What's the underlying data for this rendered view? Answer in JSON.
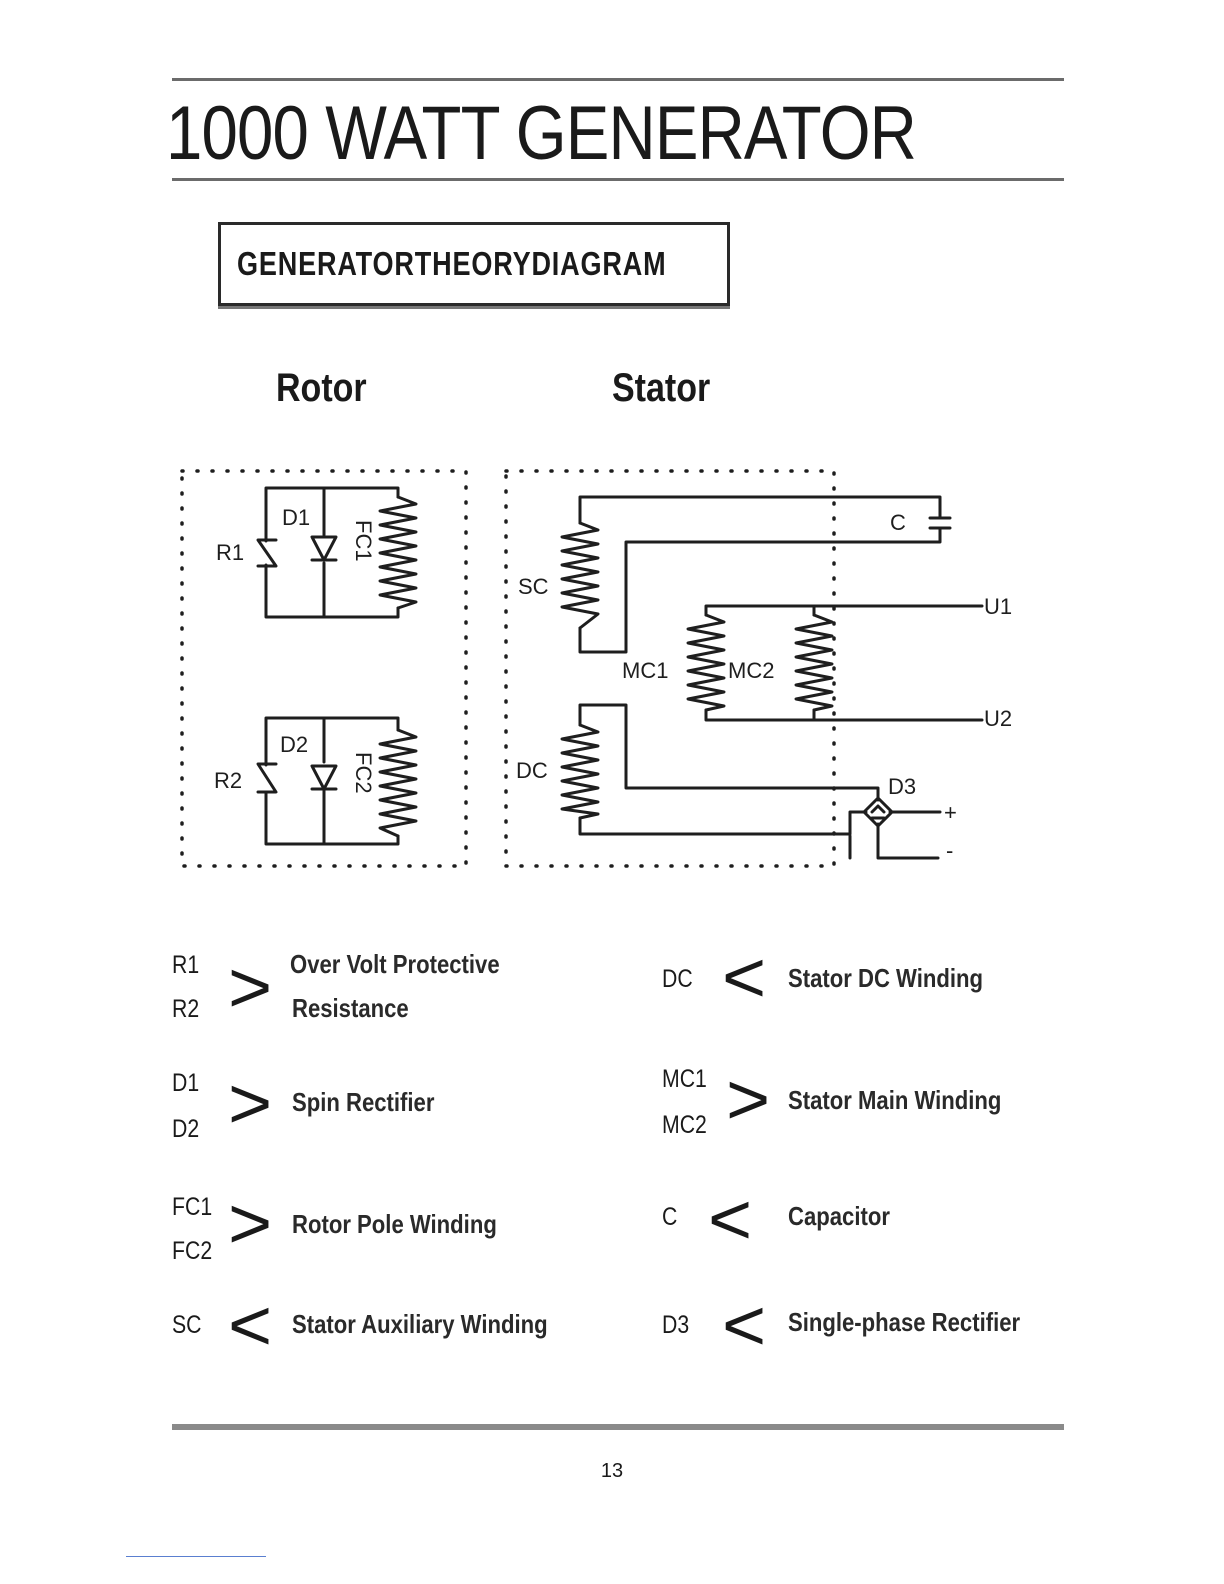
{
  "page": {
    "title": "1000 WATT GENERATOR",
    "subtitle": "GENERATORTHEORYDIAGRAM",
    "page_number": "13"
  },
  "diagram": {
    "rotor_heading": "Rotor",
    "stator_heading": "Stator",
    "labels": {
      "r1": "R1",
      "r2": "R2",
      "d1": "D1",
      "d2": "D2",
      "fc1": "FC1",
      "fc2": "FC2",
      "sc": "SC",
      "dc": "DC",
      "mc1": "MC1",
      "mc2": "MC2",
      "c": "C",
      "u1": "U1",
      "u2": "U2",
      "d3": "D3",
      "plus": "+",
      "minus": "-"
    }
  },
  "legend": [
    {
      "codes": [
        "R1",
        "R2"
      ],
      "arrow": ">",
      "description": [
        "Over  Volt Protective",
        "Resistance"
      ]
    },
    {
      "codes": [
        "D1",
        "D2"
      ],
      "arrow": ">",
      "description": [
        "Spin Rectifier"
      ]
    },
    {
      "codes": [
        "FC1",
        "FC2"
      ],
      "arrow": ">",
      "description": [
        "Rotor Pole  Winding"
      ]
    },
    {
      "codes": [
        "SC"
      ],
      "arrow": "<",
      "description": [
        "Stator Auxiliary  Winding"
      ]
    },
    {
      "codes": [
        "DC"
      ],
      "arrow": "<",
      "description": [
        "Stator DC  Winding"
      ]
    },
    {
      "codes": [
        "MC1",
        "MC2"
      ],
      "arrow": ">",
      "description": [
        "Stator Main  Winding"
      ]
    },
    {
      "codes": [
        "C"
      ],
      "arrow": "<",
      "description": [
        "Capacitor"
      ]
    },
    {
      "codes": [
        "D3"
      ],
      "arrow": "<",
      "description": [
        "Single-phase Rectifier"
      ]
    }
  ]
}
